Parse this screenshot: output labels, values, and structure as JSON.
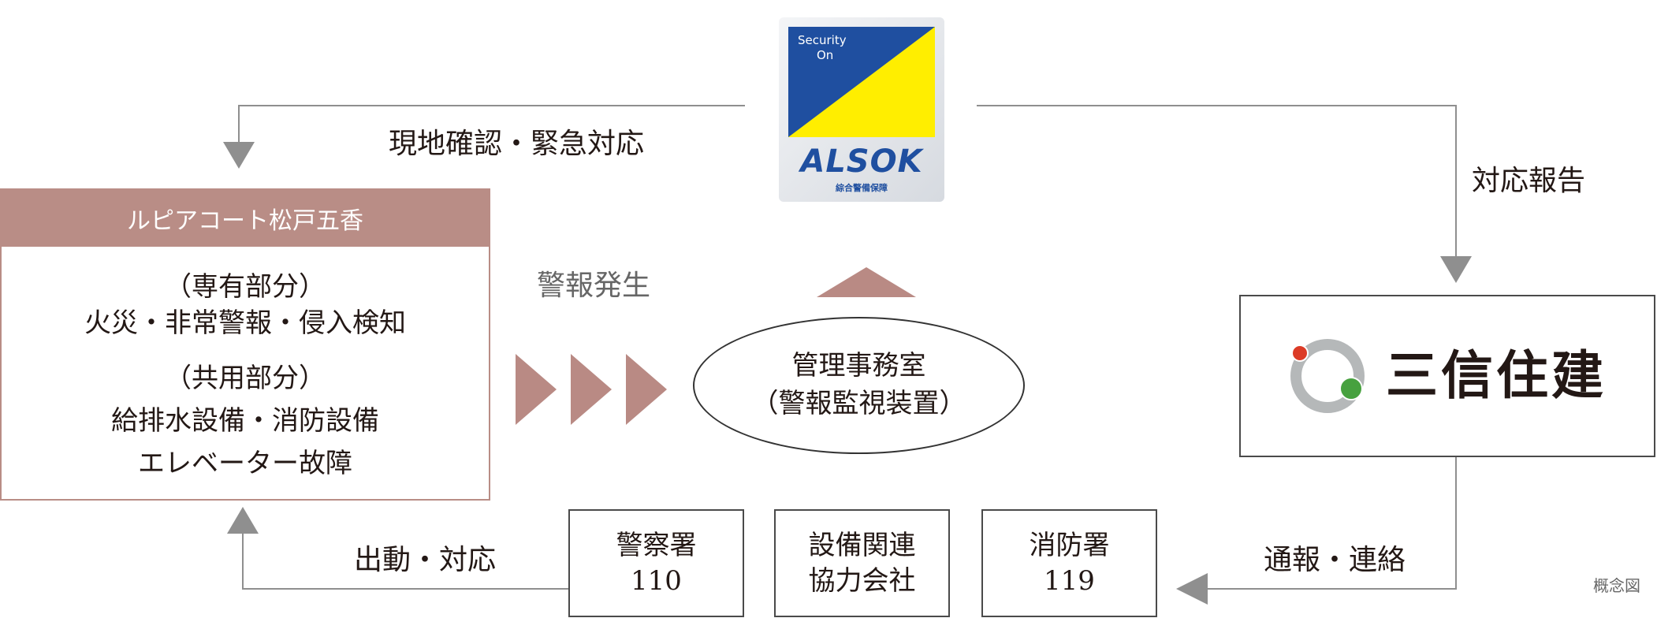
{
  "colors": {
    "accent": "#b98d86",
    "line": "#8f8f8f",
    "alsok_blue": "#1f4fa0",
    "alsok_yellow": "#ffee00",
    "logo_red": "#dc3b26",
    "logo_green": "#47a13f",
    "logo_gray": "#b5b8b9"
  },
  "alsok": {
    "tag1": "Security",
    "tag2": "On",
    "brand": "ALSOK",
    "sub": "綜合警備保障"
  },
  "labels": {
    "onsite": "現地確認・緊急対応",
    "report": "対応報告",
    "alarm": "警報発生",
    "dispatch": "出動・対応",
    "notify": "通報・連絡",
    "concept": "概念図"
  },
  "property": {
    "title": "ルピアコート松戸五香",
    "private_head": "（専有部分）",
    "private_items": "火災・非常警報・侵入検知",
    "common_head": "（共用部分）",
    "common_items1": "給排水設備・消防設備",
    "common_items2": "エレベーター故障"
  },
  "office": {
    "line1": "管理事務室",
    "line2": "（警報監視装置）"
  },
  "company": {
    "name": "三信住建"
  },
  "agencies": [
    {
      "line1": "警察署",
      "line2": "110"
    },
    {
      "line1": "設備関連",
      "line2": "協力会社"
    },
    {
      "line1": "消防署",
      "line2": "119"
    }
  ]
}
